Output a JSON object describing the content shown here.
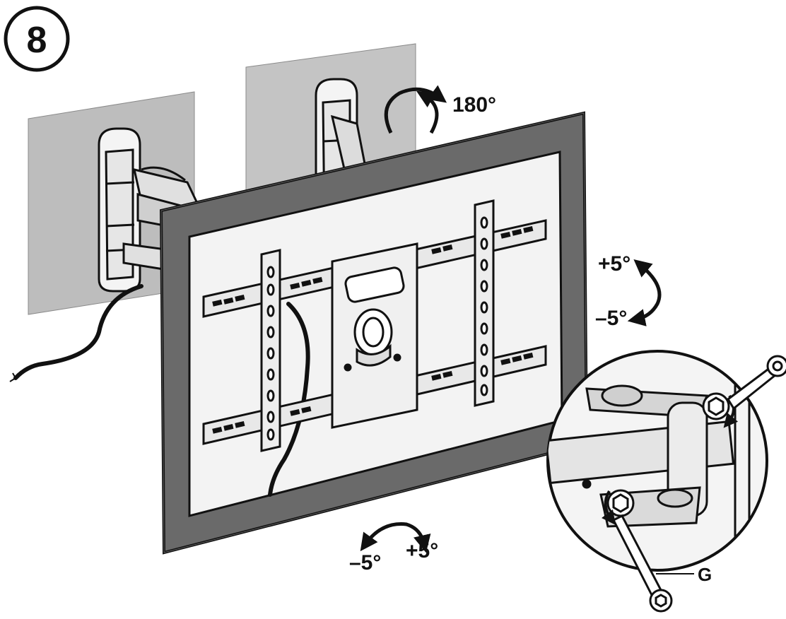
{
  "step": {
    "number": "8"
  },
  "labels": {
    "swivel_rotation": "180°",
    "tilt_up": "+5°",
    "tilt_down": "–5°",
    "level_minus": "–5°",
    "level_plus": "+5°",
    "wrench_part": "G"
  },
  "colors": {
    "wall_gray": "#bdbdbd",
    "tv_frame": "#6a6a6a",
    "screen": "#f2f2f2",
    "line": "#111111",
    "metal": "#d9d9d9"
  },
  "icons": [
    "rotation-arrow-icon",
    "tilt-arrow-icon",
    "level-arrow-icon",
    "wrench-icon",
    "bolt-icon"
  ]
}
